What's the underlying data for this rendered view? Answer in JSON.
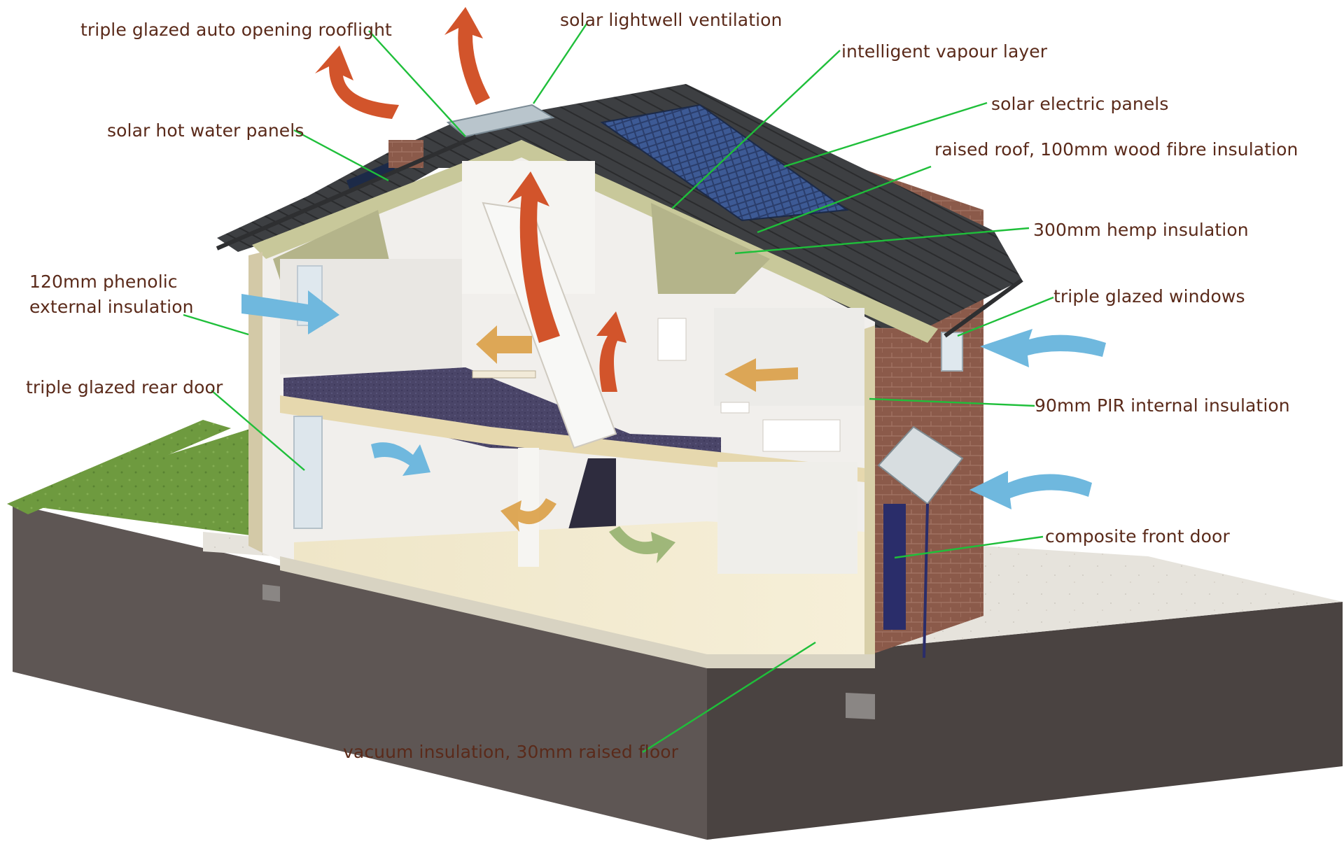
{
  "labels": {
    "rooflight": "triple glazed auto opening rooflight",
    "lightwell": "solar lightwell ventilation",
    "vapour": "intelligent vapour layer",
    "solar_electric": "solar electric panels",
    "raised_roof": "raised roof, 100mm wood fibre insulation",
    "solar_hot_water": "solar hot water panels",
    "hemp": "300mm hemp insulation",
    "phenolic_line1": "120mm phenolic",
    "phenolic_line2": "external insulation",
    "windows": "triple glazed windows",
    "rear_door": "triple glazed rear door",
    "pir": "90mm PIR internal insulation",
    "front_door": "composite front door",
    "vacuum": "vacuum insulation, 30mm raised floor"
  },
  "colors": {
    "label_text": "#5a2a1a",
    "leader_line": "#1fbf3a",
    "warm_air_arrow": "#d2542b",
    "cool_air_arrow": "#6fb8de",
    "interior_flow_arrow": "#d99a3c",
    "roof_tile": "#3d3f42",
    "brick": "#8b5a4a",
    "insulation": "#c8c89a",
    "grass": "#6e9a3f",
    "paving": "#e6e3dc",
    "ground": "#5e5654"
  },
  "icons": [
    "warm-air-arrow",
    "cool-air-arrow",
    "solar-panel-icon"
  ]
}
